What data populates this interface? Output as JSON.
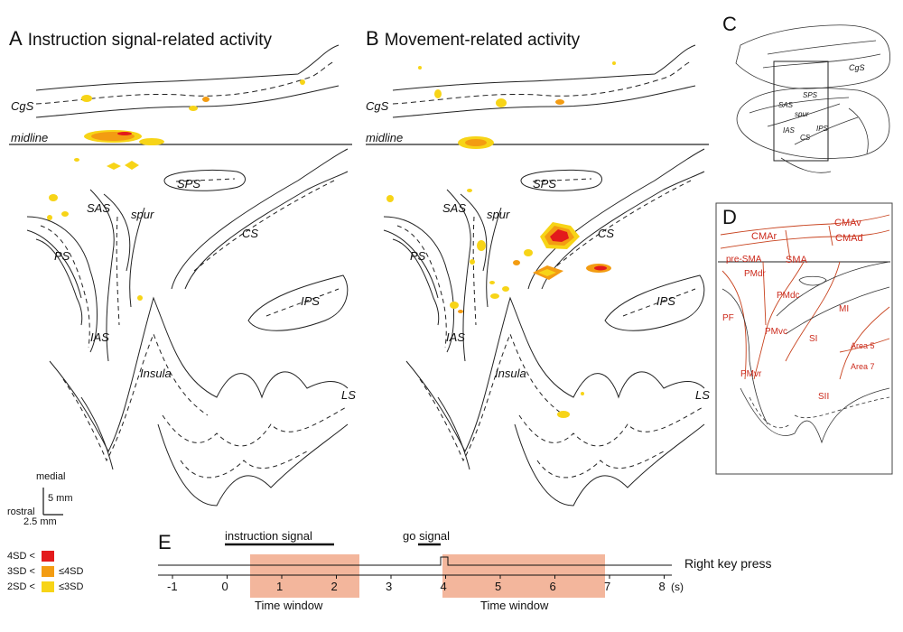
{
  "panels": {
    "A": {
      "letter": "A",
      "title": "Instruction signal-related activity"
    },
    "B": {
      "letter": "B",
      "title": "Movement-related activity"
    },
    "C": {
      "letter": "C"
    },
    "D": {
      "letter": "D"
    },
    "E": {
      "letter": "E"
    }
  },
  "sulci": {
    "cgs": "CgS",
    "midline": "midline",
    "sps": "SPS",
    "sas": "SAS",
    "spur": "spur",
    "ps": "PS",
    "cs": "CS",
    "ips": "IPS",
    "ias": "IAS",
    "insula": "Insula",
    "ls": "LS"
  },
  "brain_c": {
    "cgs": "CgS",
    "sps": "SPS",
    "sas": "SAS",
    "spur": "spur",
    "ias": "IAS",
    "ips": "IPS",
    "cs": "CS"
  },
  "areas_d": {
    "cmav": "CMAv",
    "cmar": "CMAr",
    "cmad": "CMAd",
    "presma": "pre-SMA",
    "sma": "SMA",
    "pmdr": "PMdr",
    "pmdc": "PMdc",
    "mi": "MI",
    "pf": "PF",
    "pmvc": "PMvc",
    "si": "SI",
    "area5": "Area 5",
    "area7": "Area 7",
    "pmvr": "PMvr",
    "sii": "SII"
  },
  "scale_bar": {
    "medial": "medial",
    "rostral": "rostral",
    "vertical": "5 mm",
    "horizontal": "2.5 mm"
  },
  "legend": [
    {
      "low": "4SD <",
      "high": "",
      "color": "#e31a1c"
    },
    {
      "low": "3SD <",
      "high": "≤4SD",
      "color": "#f39c12"
    },
    {
      "low": "2SD <",
      "high": "≤3SD",
      "color": "#f7d417"
    }
  ],
  "timeline": {
    "instruction_label": "instruction signal",
    "go_label": "go signal",
    "response_label": "Right key press",
    "window_label": "Time window",
    "ticks": [
      "-1",
      "0",
      "1",
      "2",
      "3",
      "4",
      "5",
      "6",
      "7",
      "8"
    ],
    "unit": "(s)",
    "window_color": "#f3b69c"
  }
}
